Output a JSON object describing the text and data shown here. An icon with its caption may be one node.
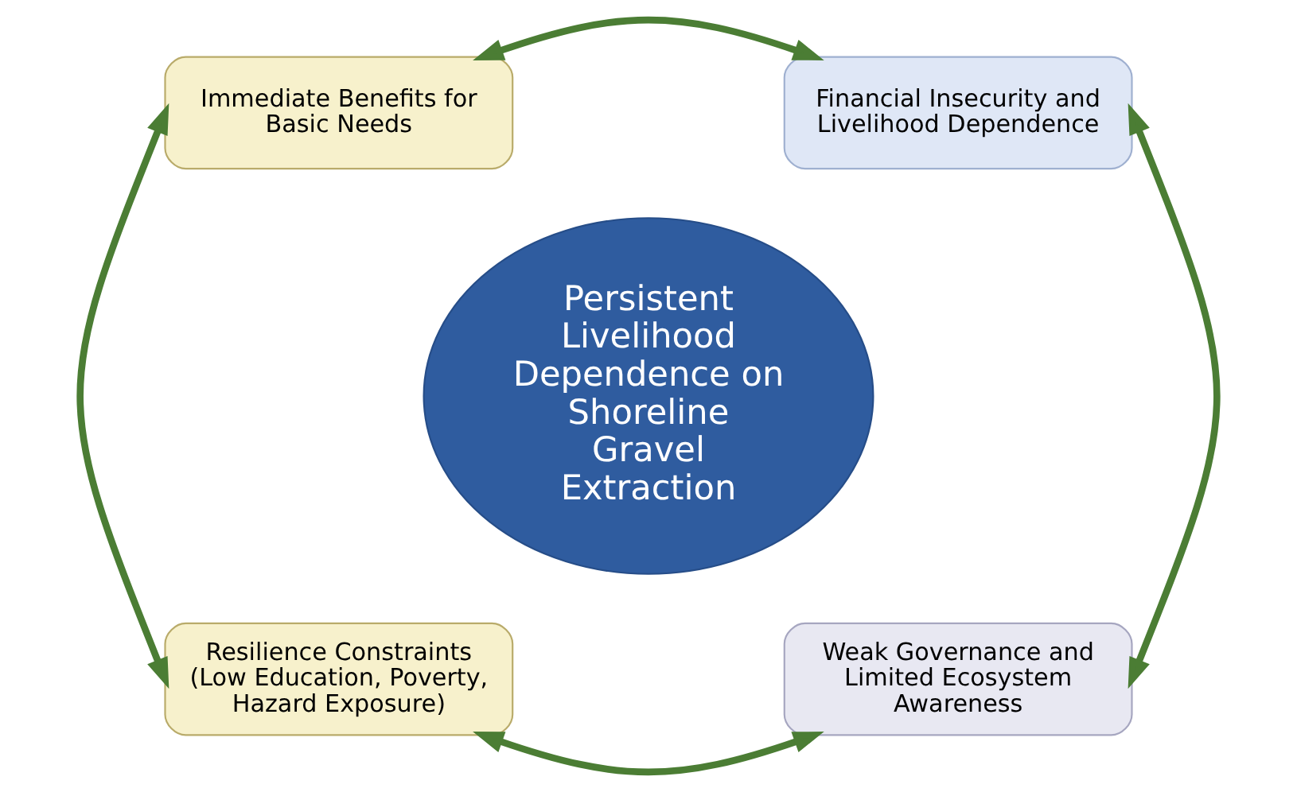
{
  "diagram": {
    "nodes": [
      {
        "text": [
          "Immediate Benefits for Basic Needs"
        ]
      },
      {
        "text": [
          "Financial Insecurity and Livelihood Dependence"
        ]
      },
      {
        "text": [
          "Persistent Livelihood Dependence on Shoreline Gravel Extraction"
        ]
      },
      {
        "text": [
          "Resilience Constraints",
          "(Low Education, Poverty, Hazard Exposure)"
        ]
      },
      {
        "text": [
          "Weak Governance and Limited Ecosystem Awareness"
        ]
      }
    ],
    "edges": [
      {
        "from": 0,
        "to": 1,
        "arrow": "both"
      },
      {
        "from": 1,
        "to": 4,
        "arrow": "both"
      },
      {
        "from": 3,
        "to": 4,
        "arrow": "both"
      },
      {
        "from": 0,
        "to": 3,
        "arrow": "both"
      }
    ]
  }
}
